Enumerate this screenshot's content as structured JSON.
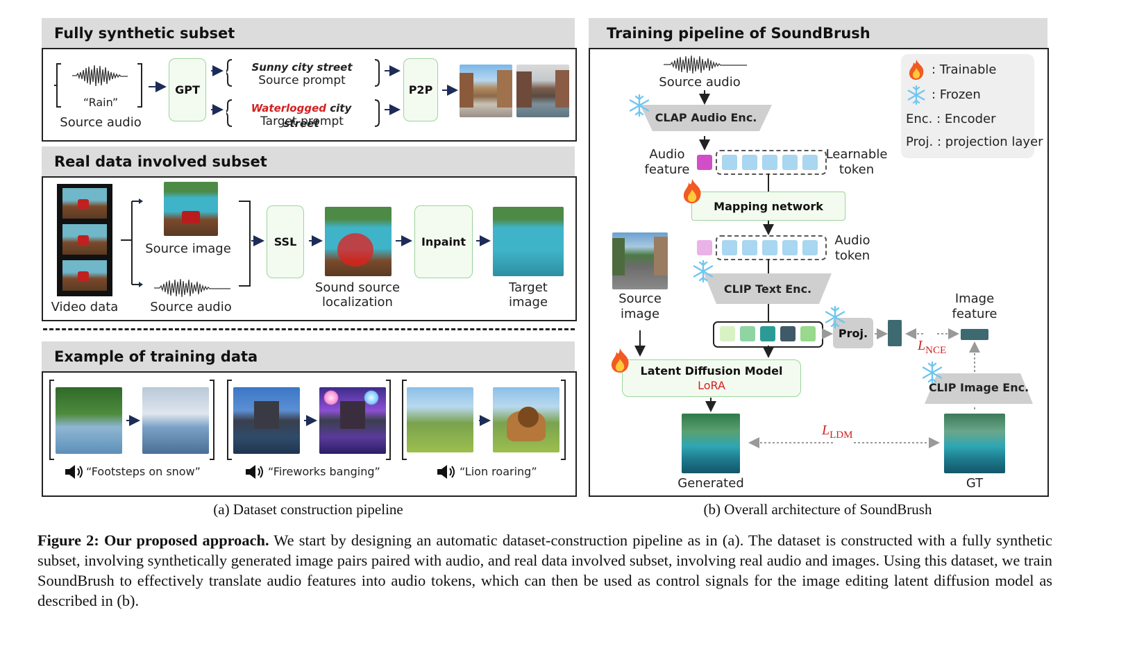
{
  "left": {
    "synthetic": {
      "header": "Fully synthetic subset",
      "rain_label": "“Rain”",
      "source_audio": "Source audio",
      "gpt": "GPT",
      "src_prompt_italic": "Sunny city street",
      "src_prompt": "Source prompt",
      "tgt_prompt_red": "Waterlogged",
      "tgt_prompt_rest": "city street",
      "tgt_prompt": "Target prompt",
      "p2p": "P2P"
    },
    "real": {
      "header": "Real data involved subset",
      "video_data": "Video data",
      "source_image": "Source image",
      "source_audio": "Source audio",
      "ssl": "SSL",
      "ssl_caption_1": "Sound source",
      "ssl_caption_2": "localization",
      "inpaint": "Inpaint",
      "target_1": "Target",
      "target_2": "image"
    },
    "example": {
      "header": "Example of training data",
      "captions": [
        "“Footsteps on snow”",
        "“Fireworks banging”",
        "“Lion roaring”"
      ]
    },
    "subcaption": "(a) Dataset construction pipeline"
  },
  "right": {
    "header": "Training pipeline of SoundBrush",
    "source_audio": "Source audio",
    "clap": "CLAP Audio Enc.",
    "audio_feature_1": "Audio",
    "audio_feature_2": "feature",
    "learnable_1": "Learnable",
    "learnable_2": "token",
    "mapping": "Mapping network",
    "audio_token_1": "Audio",
    "audio_token_2": "token",
    "clip_text": "CLIP Text Enc.",
    "source_image_1": "Source",
    "source_image_2": "image",
    "proj": "Proj.",
    "image_feature_1": "Image",
    "image_feature_2": "feature",
    "l_nce": "L",
    "l_nce_sub": "NCE",
    "ldm": "Latent Diffusion Model",
    "lora": "LoRA",
    "clip_image": "CLIP Image Enc.",
    "l_ldm": "L",
    "l_ldm_sub": "LDM",
    "generated": "Generated",
    "gt": "GT",
    "legend": {
      "trainable": ": Trainable",
      "frozen": ": Frozen",
      "enc": "Enc. : Encoder",
      "proj": "Proj. : projection layer"
    },
    "subcaption": "(b) Overall architecture of SoundBrush"
  },
  "caption": {
    "bold": "Figure 2: Our proposed approach.",
    "text": " We start by designing an automatic dataset-construction pipeline as in (a). The dataset is constructed with a fully synthetic subset, involving synthetically generated image pairs paired with audio, and real data involved subset, involving real audio and images. Using this dataset, we train SoundBrush to effectively translate audio features into audio tokens, which can then be used as control signals for the image editing latent diffusion model as described in (b)."
  },
  "colors": {
    "header_bg": "#dcdcdc",
    "box_green_border": "#9bd49b",
    "box_green_fill": "#f3fbf0",
    "loss_red": "#d42020",
    "token_blue": "#a9d6f0",
    "audio_feature_magenta": "#d04fc8"
  }
}
